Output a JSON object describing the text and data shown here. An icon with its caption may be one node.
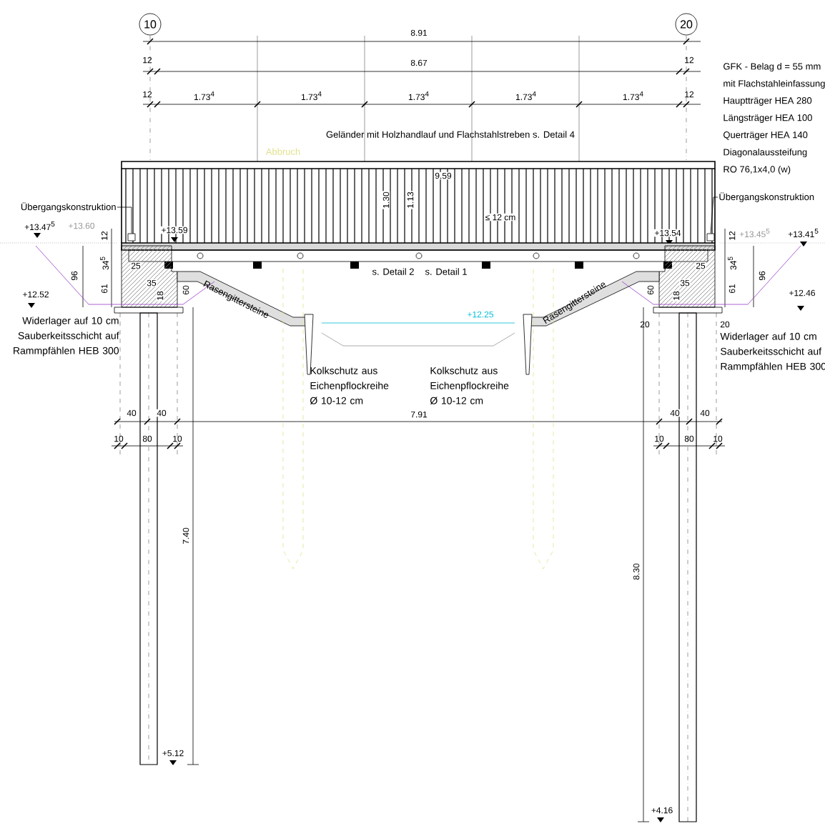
{
  "diagram": {
    "nodes": [
      {
        "text": [
          "10"
        ]
      },
      {
        "text": [
          "20"
        ]
      },
      {
        "text": [
          "Übergangskonstruktion"
        ]
      },
      {
        "text": [
          "Übergangskonstruktion"
        ]
      },
      {
        "text": [],
        "shape": "box"
      },
      {
        "text": [],
        "shape": "box"
      }
    ],
    "edges": [
      {
        "from": 2,
        "to": 4,
        "arrow": "none"
      },
      {
        "from": 3,
        "to": 5,
        "arrow": "none"
      }
    ],
    "labels": [
      "8.91",
      "8.67",
      "12",
      "12",
      "1.73$^{4}$",
      "1.73$^{4}$",
      "1.73$^{4}$",
      "1.73$^{4}$",
      "1.73$^{4}$",
      "12",
      "12",
      "GFK - Belag d = 55 mm",
      "mit Flachstahleinfassung",
      "Hauptträger HEA 280",
      "Längsträger HEA 100",
      "Querträger HEA 140",
      "Diagonalaussteifung",
      "RO 76,1x4,0 (w)",
      "Geländer mit Holzhandlauf und Flachstahlstreben s. Detail 4",
      "Abbruch",
      "1.30",
      "1.13",
      "9.59",
      "≤ 12 cm",
      "+13.47$^{5}$",
      "+13.60",
      "12",
      "+13.59",
      "+13.54",
      "12",
      "+13.45$^{5}$",
      "+13.41$^{5}$",
      "34$^{5}$",
      "96",
      "25",
      "35",
      "61",
      "18",
      "60",
      "+12.52",
      "Widerlager auf 10 cm Sauberkeitsschicht auf Rammpfählen HEB 300",
      "Rasengittersteine",
      "Kolkschutz aus Eichenpflockreihe Ø 10-12 cm",
      "s. Detail 2",
      "s. Detail 1",
      "+12.25",
      "Kolkschutz aus Eichenpflockreihe Ø 10-12 cm",
      "Rasengittersteine",
      "34$^{5}$",
      "25",
      "35",
      "96",
      "60",
      "18",
      "61",
      "+12.46",
      "20",
      "20",
      "Widerlager auf 10 cm Sauberkeitsschicht auf Rammpfählen HEB 300",
      "40",
      "40",
      "10",
      "80",
      "10",
      "7.91",
      "40",
      "40",
      "10",
      "80",
      "10",
      "7.40",
      "8.30",
      "+5.12",
      "+4.16"
    ]
  }
}
